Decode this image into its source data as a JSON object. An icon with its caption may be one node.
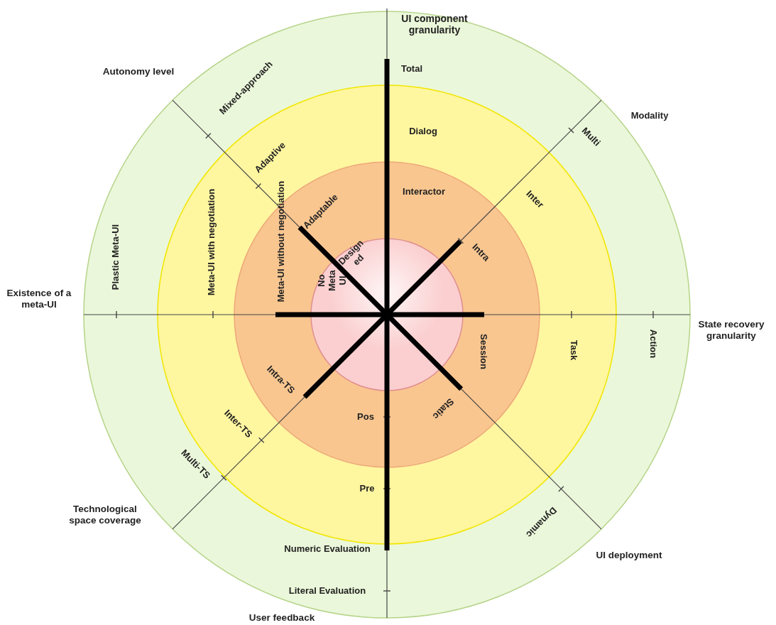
{
  "diagram": {
    "labels": [
      "UI component granularity",
      "Autonomy level",
      "Total",
      "Mixed-approach",
      "Modality",
      "Dialog",
      "Multi",
      "Adaptive",
      "Interactor",
      "Inter",
      "Meta-UI with negotiation",
      "Plastic Meta-UI",
      "Adaptable",
      "Meta-UI without negotiation",
      "Designed",
      "Intra",
      "Existence of a meta-UI",
      "No Meta UI",
      "State recovery granularity",
      "Session",
      "Task",
      "Action",
      "Intra-TS",
      "Static",
      "Inter-TS",
      "Pos",
      "Multi-TS",
      "Pre",
      "Dynamic",
      "Technological space coverage",
      "Numeric Evaluation",
      "UI deployment",
      "Literal Evaluation",
      "User feedback"
    ]
  }
}
